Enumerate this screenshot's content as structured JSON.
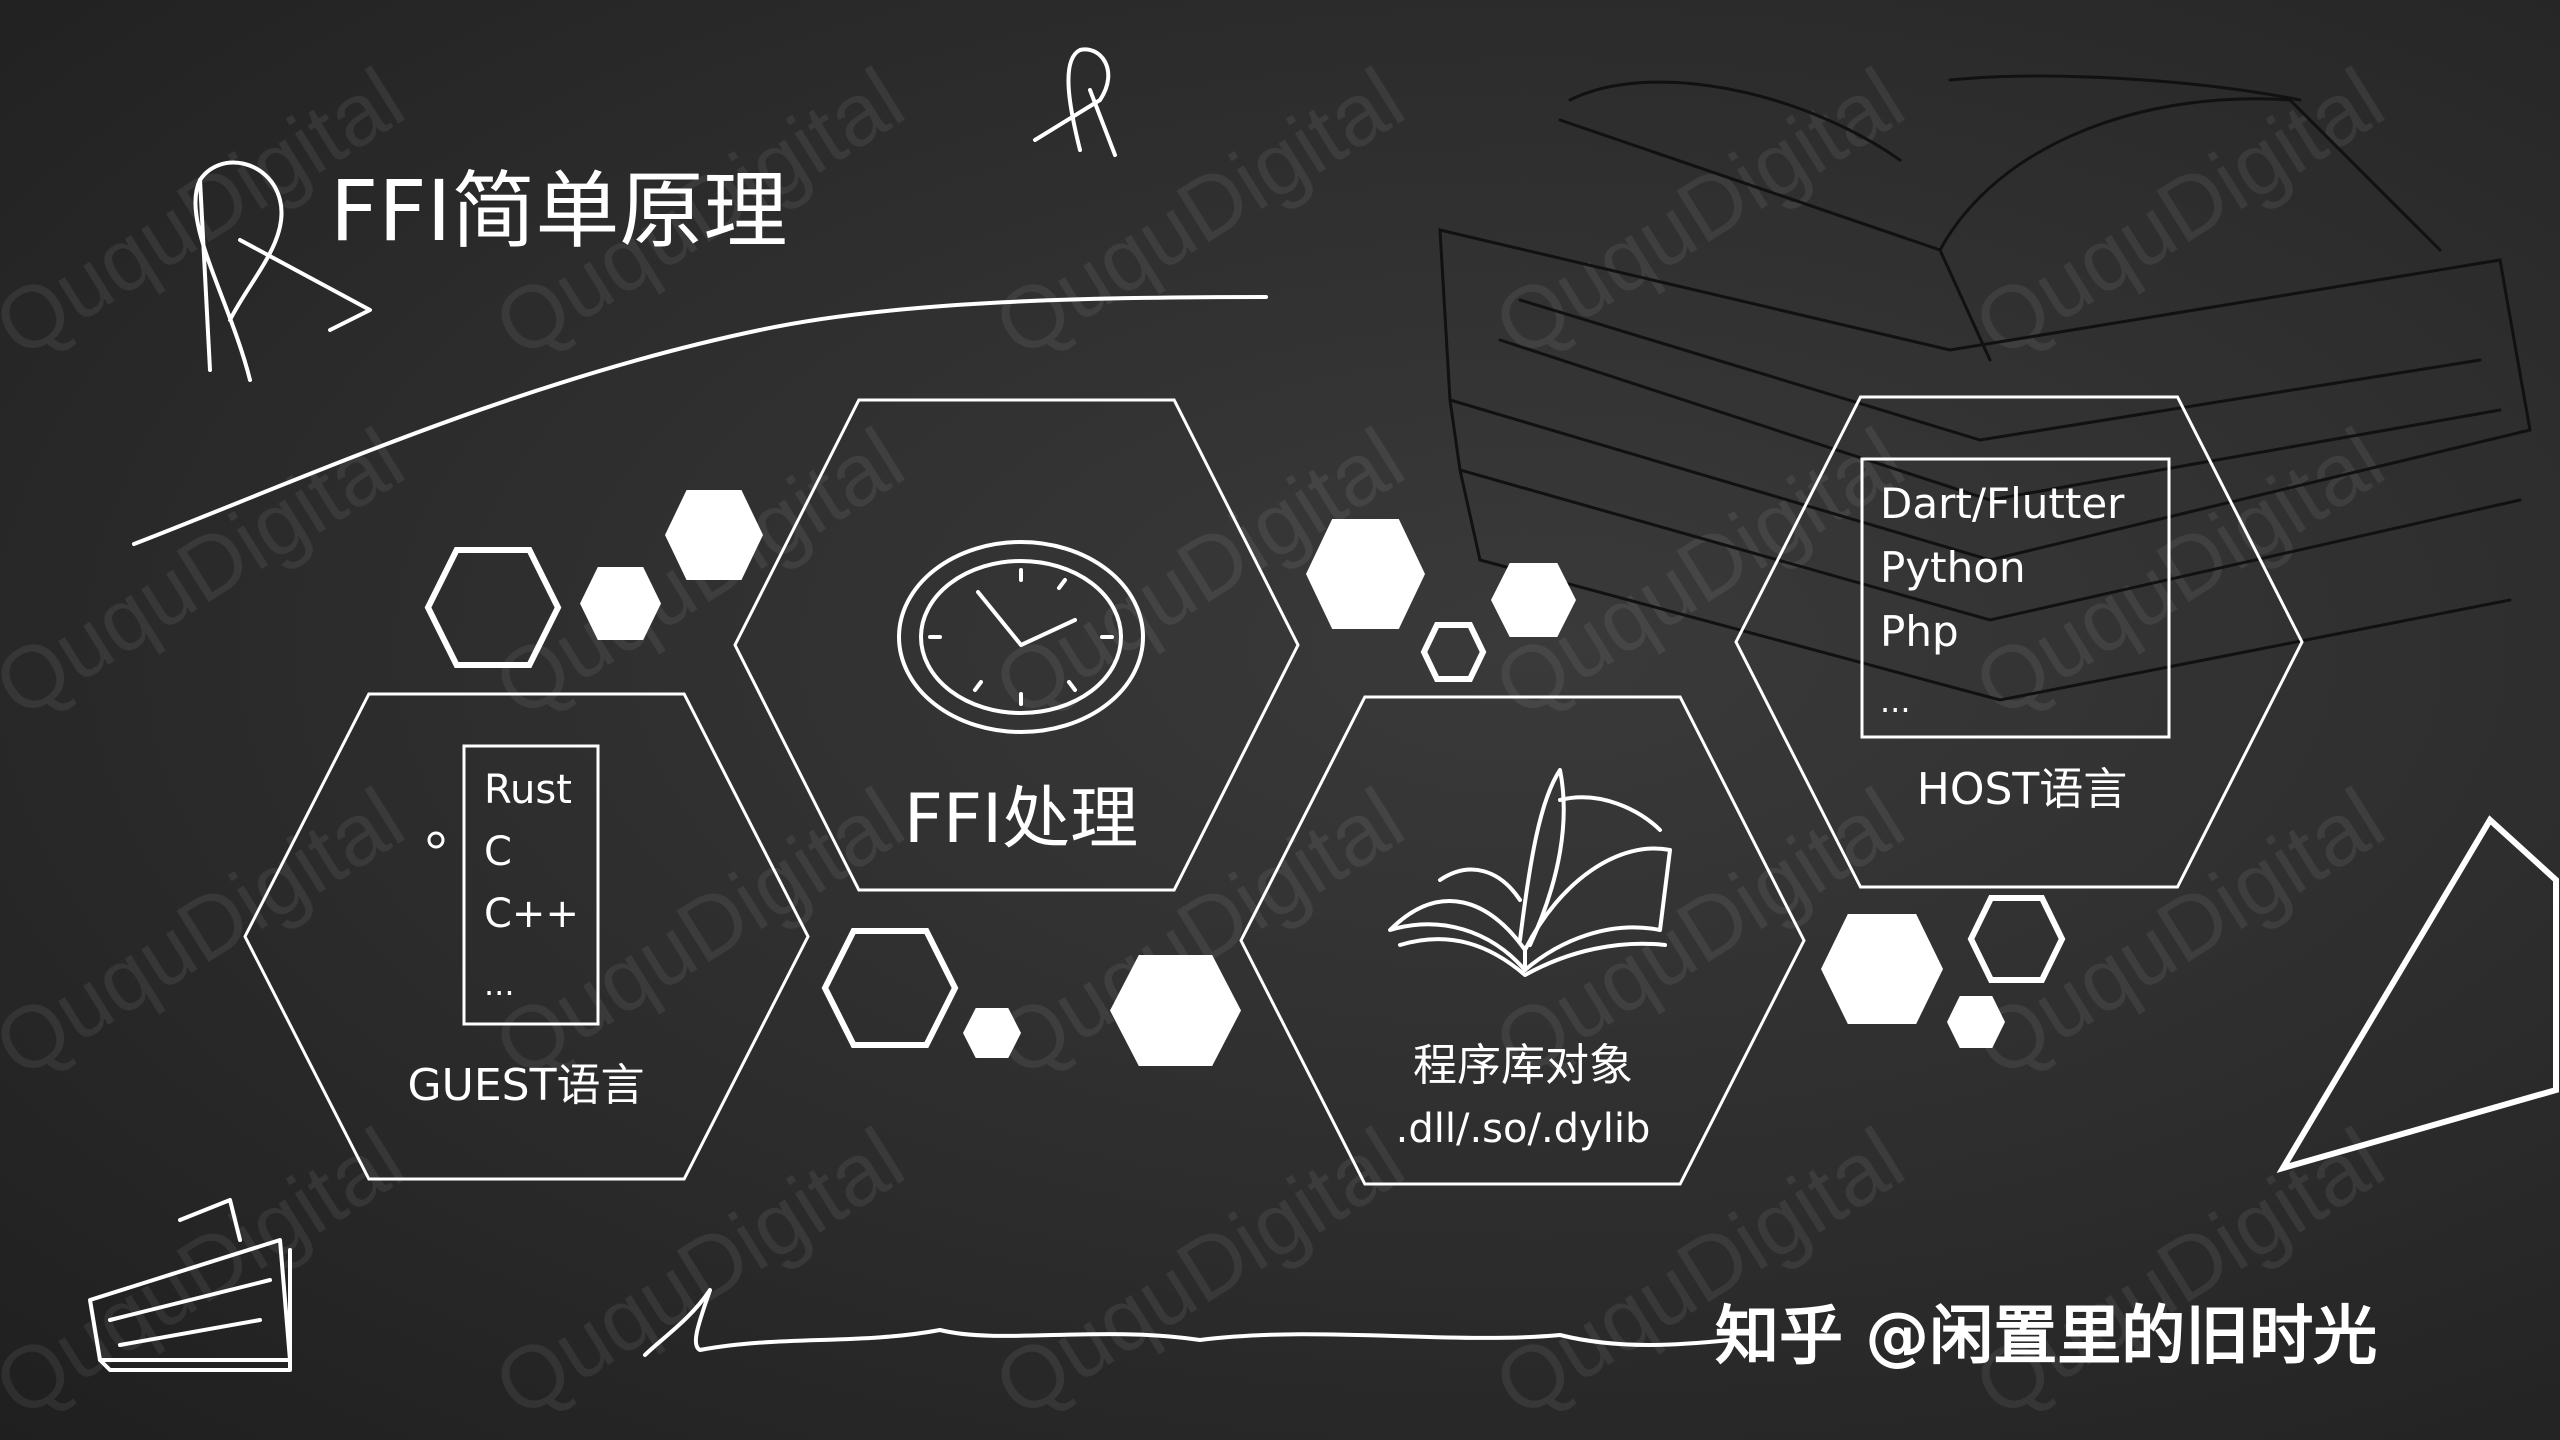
{
  "title": "FFI简单原理",
  "center": {
    "label": "FFI处理",
    "icon": "clock-icon"
  },
  "guest": {
    "label": "GUEST语言",
    "items": [
      "Rust",
      "C",
      "C++",
      "..."
    ]
  },
  "library": {
    "label": "程序库对象",
    "sublabel": ".dll/.so/.dylib",
    "icon": "open-book-icon"
  },
  "host": {
    "label": "HOST语言",
    "items": [
      "Dart/Flutter",
      "Python",
      "Php",
      "..."
    ]
  },
  "credit": "知乎 @闲置里的旧时光",
  "watermark": "QuquDigital",
  "colors": {
    "chalk": "#ffffff",
    "board": "#2c2c2c"
  }
}
